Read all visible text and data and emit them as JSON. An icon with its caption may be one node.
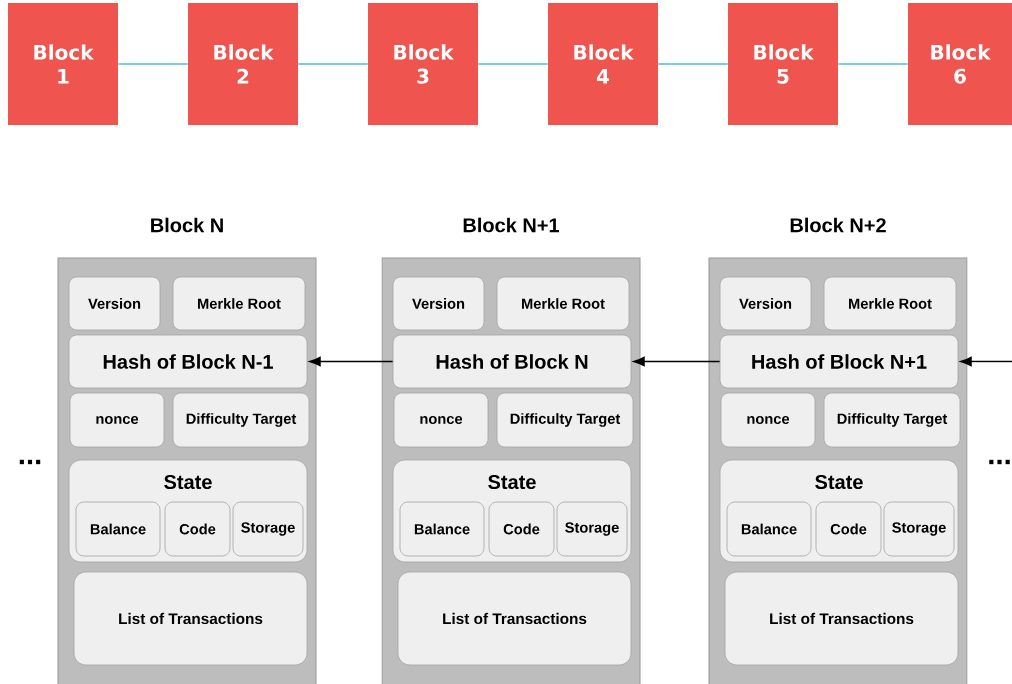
{
  "diagram": {
    "nodes": [
      {
        "text": [
          "Block 1"
        ]
      },
      {
        "text": [
          "Block 2"
        ]
      },
      {
        "text": [
          "Block 3"
        ]
      },
      {
        "text": [
          "Block 4"
        ]
      },
      {
        "text": [
          "Block 5"
        ]
      },
      {
        "text": [
          "Block 6"
        ]
      },
      {
        "text": [
          "Block N"
        ]
      },
      {
        "text": [
          "Version"
        ],
        "in": 6
      },
      {
        "text": [
          "Merkle Root"
        ],
        "in": 6
      },
      {
        "text": [
          "Hash of Block N-1"
        ],
        "in": 6
      },
      {
        "text": [
          "nonce"
        ],
        "in": 6
      },
      {
        "text": [
          "Difficulty Target"
        ],
        "in": 6
      },
      {
        "text": [
          "State"
        ],
        "in": 6
      },
      {
        "text": [
          "Balance"
        ],
        "in": 12
      },
      {
        "text": [
          "Code"
        ],
        "in": 12
      },
      {
        "text": [
          "Storage"
        ],
        "in": 12
      },
      {
        "text": [
          "List of Transactions"
        ],
        "in": 6
      },
      {
        "text": [
          "Block N+1"
        ]
      },
      {
        "text": [
          "Version"
        ],
        "in": 17
      },
      {
        "text": [
          "Merkle Root"
        ],
        "in": 17
      },
      {
        "text": [
          "Hash of Block N"
        ],
        "in": 17
      },
      {
        "text": [
          "nonce"
        ],
        "in": 17
      },
      {
        "text": [
          "Difficulty Target"
        ],
        "in": 17
      },
      {
        "text": [
          "State"
        ],
        "in": 17
      },
      {
        "text": [
          "Balance"
        ],
        "in": 23
      },
      {
        "text": [
          "Code"
        ],
        "in": 23
      },
      {
        "text": [
          "Storage"
        ],
        "in": 23
      },
      {
        "text": [
          "List of Transactions"
        ],
        "in": 17
      },
      {
        "text": [
          "Block N+2"
        ]
      },
      {
        "text": [
          "Version"
        ],
        "in": 28
      },
      {
        "text": [
          "Merkle Root"
        ],
        "in": 28
      },
      {
        "text": [
          "Hash of Block N+1"
        ],
        "in": 28
      },
      {
        "text": [
          "nonce"
        ],
        "in": 28
      },
      {
        "text": [
          "Difficulty Target"
        ],
        "in": 28
      },
      {
        "text": [
          "State"
        ],
        "in": 28
      },
      {
        "text": [
          "Balance"
        ],
        "in": 34
      },
      {
        "text": [
          "Code"
        ],
        "in": 34
      },
      {
        "text": [
          "Storage"
        ],
        "in": 34
      },
      {
        "text": [
          "List of Transactions"
        ],
        "in": 28
      }
    ],
    "edges": [
      {
        "from": 0,
        "to": 1,
        "arrow": "none",
        "color": "#4db8e8"
      },
      {
        "from": 1,
        "to": 2,
        "arrow": "none",
        "color": "#4db8e8"
      },
      {
        "from": 2,
        "to": 3,
        "arrow": "none",
        "color": "#4db8e8"
      },
      {
        "from": 3,
        "to": 4,
        "arrow": "none",
        "color": "#4db8e8"
      },
      {
        "from": 4,
        "to": 5,
        "arrow": "none",
        "color": "#4db8e8"
      },
      {
        "from": 20,
        "to": 9,
        "arrow": "to",
        "color": "#000000"
      },
      {
        "from": 31,
        "to": 20,
        "arrow": "to",
        "color": "#000000"
      },
      {
        "from": null,
        "to": 31,
        "arrow": "to",
        "color": "#000000"
      }
    ],
    "labels": [
      "...",
      "..."
    ]
  }
}
